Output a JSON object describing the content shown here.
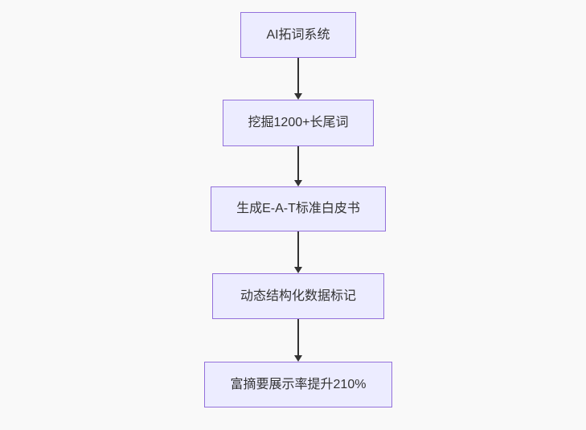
{
  "diagram": {
    "type": "flowchart",
    "direction": "top-down",
    "nodes": [
      {
        "id": "n1",
        "label": "AI拓词系统"
      },
      {
        "id": "n2",
        "label": "挖掘1200+长尾词"
      },
      {
        "id": "n3",
        "label": "生成E-A-T标准白皮书"
      },
      {
        "id": "n4",
        "label": "动态结构化数据标记"
      },
      {
        "id": "n5",
        "label": "富摘要展示率提升210%"
      }
    ],
    "edges": [
      {
        "from": "n1",
        "to": "n2"
      },
      {
        "from": "n2",
        "to": "n3"
      },
      {
        "from": "n3",
        "to": "n4"
      },
      {
        "from": "n4",
        "to": "n5"
      }
    ],
    "colors": {
      "background": "#f9f9f9",
      "node_fill": "#ececff",
      "node_border": "#9370db",
      "arrow": "#333333",
      "text": "#333333"
    }
  }
}
